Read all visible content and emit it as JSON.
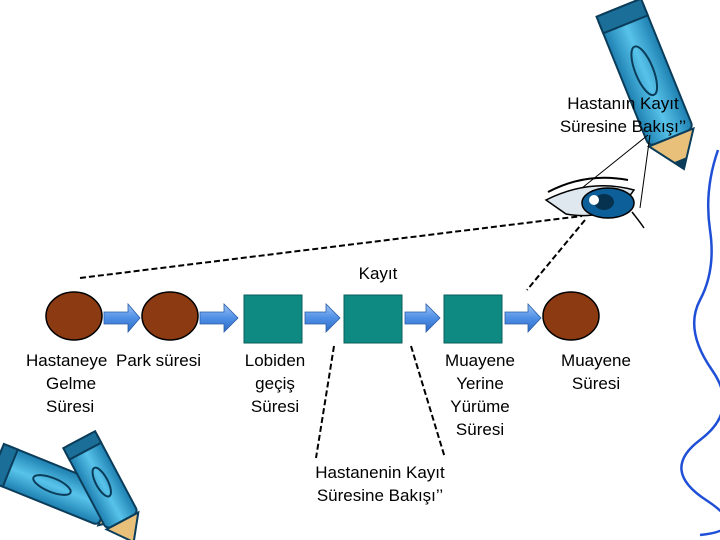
{
  "labels": {
    "eye_title_line1": "Hastanın Kayıt",
    "eye_title_line2": "Süresine Bakışı’’",
    "top_label": "Kayıt",
    "hastaneye_line1": "Hastaneye",
    "hastaneye_line2": "Gelme",
    "hastaneye_line3": "Süresi",
    "park_line1": "Park süresi",
    "lobiden_line1": "Lobiden",
    "lobiden_line2": "geçiş",
    "lobiden_line3": "Süresi",
    "muayene_yerine_line1": "Muayene",
    "muayene_yerine_line2": "Yerine",
    "muayene_yerine_line3": "Yürüme",
    "muayene_yerine_line4": "Süresi",
    "muayene_line1": "Muayene",
    "muayene_line2": "Süresi",
    "hospital_line1": "Hastanenin Kayıt",
    "hospital_line2": "Süresine Bakışı’’"
  },
  "colors": {
    "circle_fill": "#8b3a12",
    "square_fill": "#0e8a82",
    "arrow_fill": "#4f8fe6",
    "pen_fill": "#3aa6d6"
  },
  "icons": [
    "pen-icon",
    "eye-icon",
    "pens-icon"
  ]
}
